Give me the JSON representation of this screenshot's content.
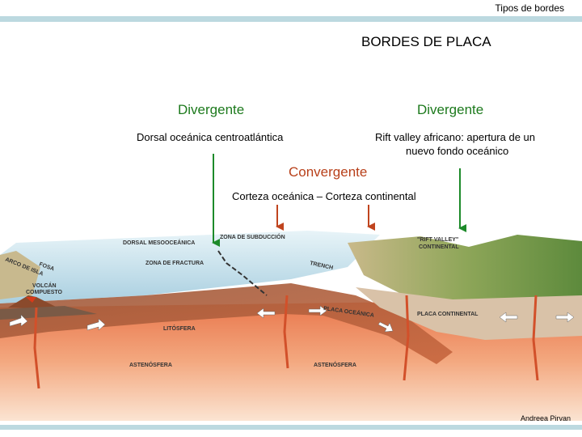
{
  "header": {
    "section_label": "Tipos de bordes"
  },
  "slide": {
    "title": "BORDES DE PLACA",
    "left_heading": "Divergente",
    "left_caption": "Dorsal oceánica centroatlántica",
    "right_heading": "Divergente",
    "right_caption_line1": "Rift valley africano: apertura de un",
    "right_caption_line2": "nuevo fondo oceánico",
    "center_heading": "Convergente",
    "center_caption": "Corteza oceánica – Corteza continental",
    "author": "Andreea Pirvan"
  },
  "diagram_labels": {
    "dorsal": "DORSAL MESOOCEÁNICA",
    "subduccion": "ZONA DE SUBDUCCIÓN",
    "rift_line1": "\"RIFT VALLEY\"",
    "rift_line2": "CONTINENTAL",
    "fosa": "FOSA",
    "arco": "ARCO DE ISLA",
    "volcan": "VOLCÁN",
    "compuesto": "COMPUESTO",
    "fractura": "ZONA DE FRACTURA",
    "trench": "TRENCH",
    "placa_oceanica": "PLACA OCEÁNICA",
    "placa_continental": "PLACA CONTINENTAL",
    "litosfera": "LITÓSFERA",
    "astenosfera_left": "ASTENÓSFERA",
    "astenosfera_right": "ASTENÓSFERA"
  },
  "colors": {
    "green_arrow": "#1d8a2a",
    "red_arrow": "#c0441e",
    "bar": "#bcd9e0",
    "green_text": "#1d7a1d",
    "red_text": "#b8401a"
  }
}
